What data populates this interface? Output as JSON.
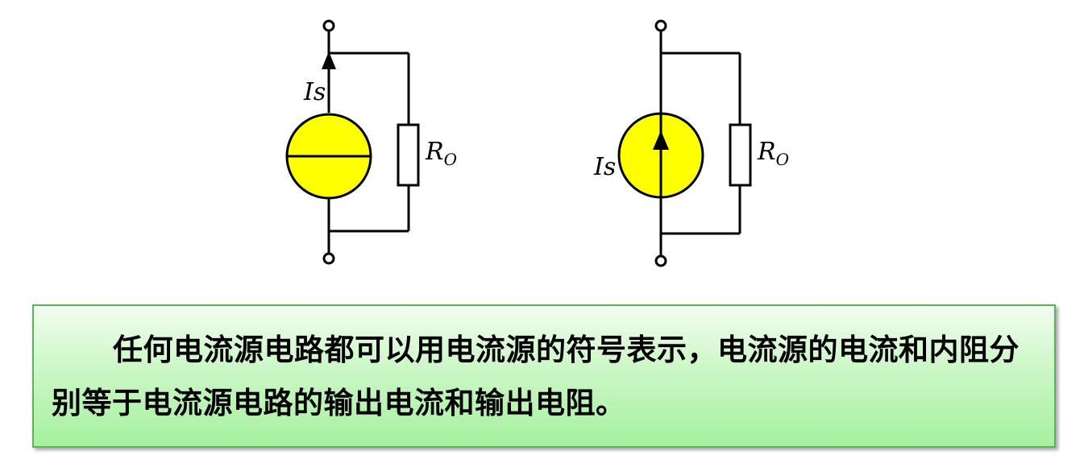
{
  "diagrams": [
    {
      "source_label": "Is",
      "resistor_label": "R",
      "resistor_subscript": "O"
    },
    {
      "source_label": "Is",
      "resistor_label": "R",
      "resistor_subscript": "O"
    }
  ],
  "colors": {
    "source_fill": "#ffff00",
    "box_fill": "#b4f2ac",
    "box_border": "#5ab55a"
  },
  "note": {
    "text": "任何电流源电路都可以用电流源的符号表示，电流源的电流和内阻分别等于电流源电路的输出电流和输出电阻。"
  }
}
